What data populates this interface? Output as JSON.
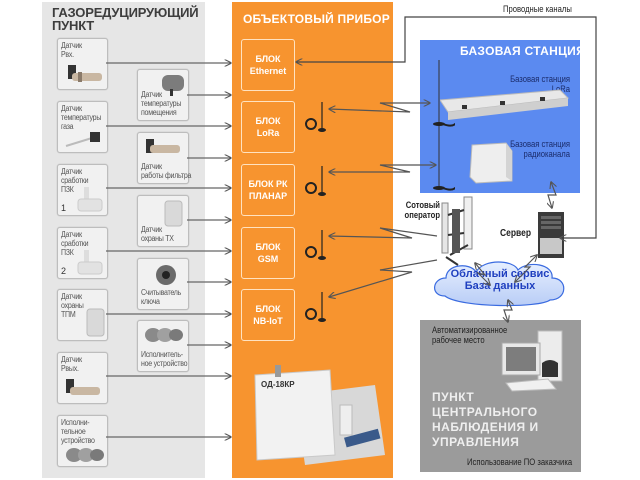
{
  "gas_point": {
    "title_line1": "ГАЗОРЕДУЦИРУЮЩИЙ",
    "title_line2": "ПУНКТ",
    "left_sensors": [
      {
        "label": "Датчик\nРвх.",
        "num": ""
      },
      {
        "label": "Датчик\nтемпературы\nгаза",
        "num": ""
      },
      {
        "label": "Датчик\nсработки\nПЗК",
        "num": "1"
      },
      {
        "label": "Датчик\nсработки\nПЗК",
        "num": "2"
      },
      {
        "label": "Датчик\nохраны\nТПМ",
        "num": ""
      },
      {
        "label": "Датчик\nРвых.",
        "num": ""
      },
      {
        "label": "Исполни-\nтельное\nустройство",
        "num": ""
      }
    ],
    "right_sensors": [
      {
        "label": "Датчик\nтемпературы\nпомещения"
      },
      {
        "label": "Датчик\nработы фильтра"
      },
      {
        "label": "Датчик\nохраны ТХ"
      },
      {
        "label": "Считыватель\nключа"
      },
      {
        "label": "Исполнитель-\nное устройство"
      }
    ]
  },
  "object_device": {
    "title": "ОБЪЕКТОВЫЙ ПРИБОР",
    "blocks": [
      {
        "line1": "БЛОК",
        "line2": "Ethernet"
      },
      {
        "line1": "БЛОК",
        "line2": "LoRa"
      },
      {
        "line1": "БЛОК РК",
        "line2": "ПЛАНАР"
      },
      {
        "line1": "БЛОК",
        "line2": "GSM"
      },
      {
        "line1": "БЛОК",
        "line2": "NB-IoT"
      }
    ],
    "device_label": "ОД-18КР"
  },
  "wired_channels": "Проводные каналы",
  "base_station": {
    "title": "БАЗОВАЯ СТАНЦИЯ",
    "lora_line1": "Базовая станция",
    "lora_line2": "LoRa",
    "radio_line1": "Базовая станция",
    "radio_line2": "радиоканала"
  },
  "cell_operator": {
    "line1": "Сотовый",
    "line2": "оператор"
  },
  "server": "Сервер",
  "cloud": {
    "line1": "Облачный сервис",
    "line2": "База данных"
  },
  "control_center": {
    "workstation_line1": "Автоматизированное",
    "workstation_line2": "рабочее место",
    "title_lines": [
      "ПУНКТ",
      "ЦЕНТРАЛЬНОГО",
      "НАБЛЮДЕНИЯ И",
      "УПРАВЛЕНИЯ"
    ],
    "footer": "Использование ПО заказчика"
  },
  "colors": {
    "orange": "#f7942f",
    "blue": "#5b8af0",
    "gray_panel": "#e6e6e6",
    "dark_panel": "#9b9b9b",
    "cloud_text": "#1f3fbf"
  }
}
